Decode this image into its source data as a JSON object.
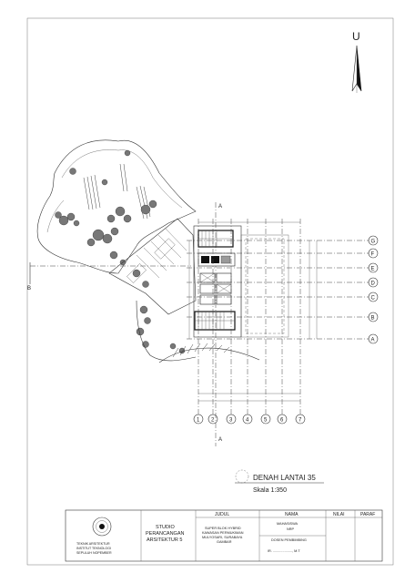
{
  "north": {
    "letter": "U"
  },
  "section_mark": "A",
  "section_left": "B",
  "axis_bubbles_right": [
    "G",
    "F",
    "E",
    "D",
    "C",
    "B",
    "A"
  ],
  "axis_bubbles_bottom": [
    "1",
    "2",
    "3",
    "4",
    "5",
    "6",
    "7"
  ],
  "plan_title": "DENAH LANTAI 35",
  "plan_scale": "Skala 1:350",
  "title_block": {
    "studio_line1": "STUDIO",
    "studio_line2": "PERANCANGAN",
    "studio_line3": "ARSITEKTUR 5",
    "institution_line1": "TEKNIK ARSITEKTUR",
    "institution_line2": "INSTITUT TEKNOLOGI",
    "institution_line3": "SEPULUH NOPEMBER",
    "col_judul": "JUDUL",
    "col_nama": "NAMA",
    "col_nilai": "NILAI",
    "col_paraf": "PARAF",
    "judul_lines": [
      "SUPER BLOK HYBRID",
      "KAWASAN PERMUKIMAN",
      "MULYOSARI, SURABAYA",
      "GAMBAR"
    ],
    "nama_line1": "MAHASISWA",
    "nama_line2": "NRP",
    "dosen_label": "DOSEN PEMBIMBING",
    "dosen_name": "IR. ...................., M.T"
  }
}
